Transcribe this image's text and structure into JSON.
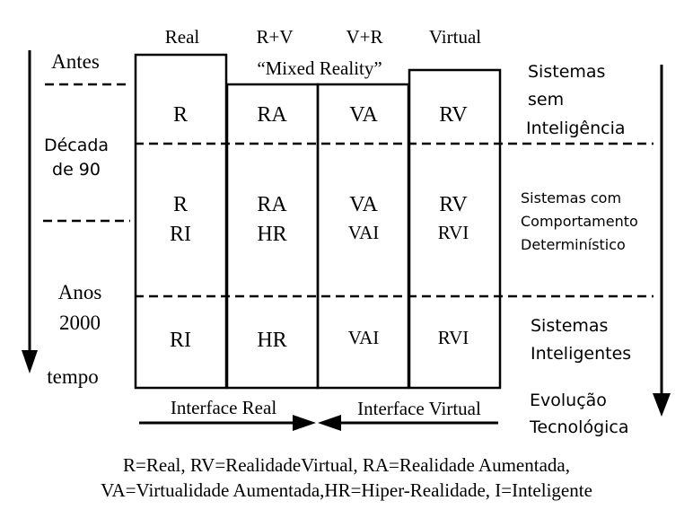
{
  "columns": {
    "real": "Real",
    "rv_mix": "R+V",
    "vr_mix": "V+R",
    "virtual": "Virtual"
  },
  "mixed_reality": "“Mixed Reality”",
  "left_labels": {
    "antes": "Antes",
    "decada_line1": "Década",
    "decada_line2": "de 90",
    "anos_line1": "Anos",
    "anos_line2": "2000",
    "tempo": "tempo"
  },
  "cells": {
    "row1": [
      "R",
      "RA",
      "VA",
      "RV"
    ],
    "row2_main": [
      "R",
      "RA",
      "VA",
      "RV"
    ],
    "row2_sub": [
      "RI",
      "HR",
      "VAI",
      "RVI"
    ],
    "row3": [
      "RI",
      "HR",
      "VAI",
      "RVI"
    ]
  },
  "right_labels": {
    "sem_line1": "Sistemas",
    "sem_line2": "sem",
    "sem_line3": "Inteligência",
    "det_line1": "Sistemas com",
    "det_line2": "Comportamento",
    "det_line3": "Determinístico",
    "int_line1": "Sistemas",
    "int_line2": "Inteligentes",
    "evo_line1": "Evolução",
    "evo_line2": "Tecnológica"
  },
  "interfaces": {
    "real": "Interface Real",
    "virtual": "Interface Virtual"
  },
  "legend": {
    "line1": "R=Real, RV=RealidadeVirtual, RA=Realidade Aumentada,",
    "line2": "VA=Virtualidade Aumentada,HR=Hiper-Realidade, I=Inteligente"
  }
}
